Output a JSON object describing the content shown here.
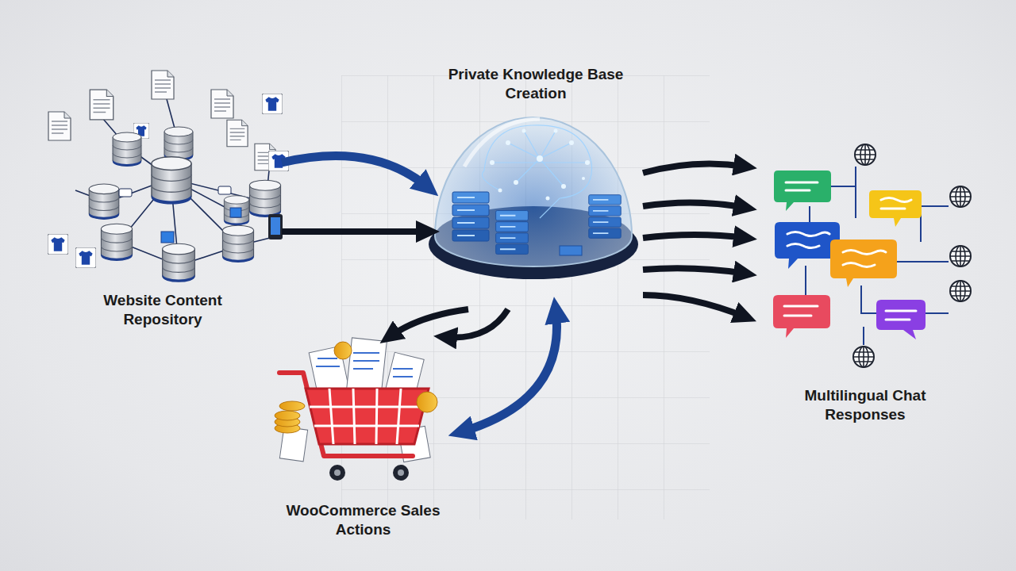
{
  "diagram": {
    "nodes": [
      {
        "text": [
          "Website Content Repository"
        ]
      },
      {
        "text": [
          "Private Knowledge Base Creation"
        ]
      },
      {
        "text": [
          "WooCommerce Sales Actions"
        ]
      },
      {
        "text": [
          "Multilingual Chat Responses"
        ]
      }
    ],
    "edges": [
      {
        "from": 0,
        "to": 1,
        "arrow": "to"
      },
      {
        "from": 0,
        "to": 1,
        "arrow": "to"
      },
      {
        "from": 1,
        "to": 2,
        "arrow": "to"
      },
      {
        "from": 1,
        "to": 2,
        "arrow": "to"
      },
      {
        "from": 1,
        "to": 2,
        "arrow": "both"
      },
      {
        "from": 1,
        "to": 3,
        "arrow": "to"
      },
      {
        "from": 1,
        "to": 3,
        "arrow": "to"
      },
      {
        "from": 1,
        "to": 3,
        "arrow": "to"
      },
      {
        "from": 1,
        "to": 3,
        "arrow": "to"
      },
      {
        "from": 1,
        "to": 3,
        "arrow": "to"
      }
    ]
  }
}
